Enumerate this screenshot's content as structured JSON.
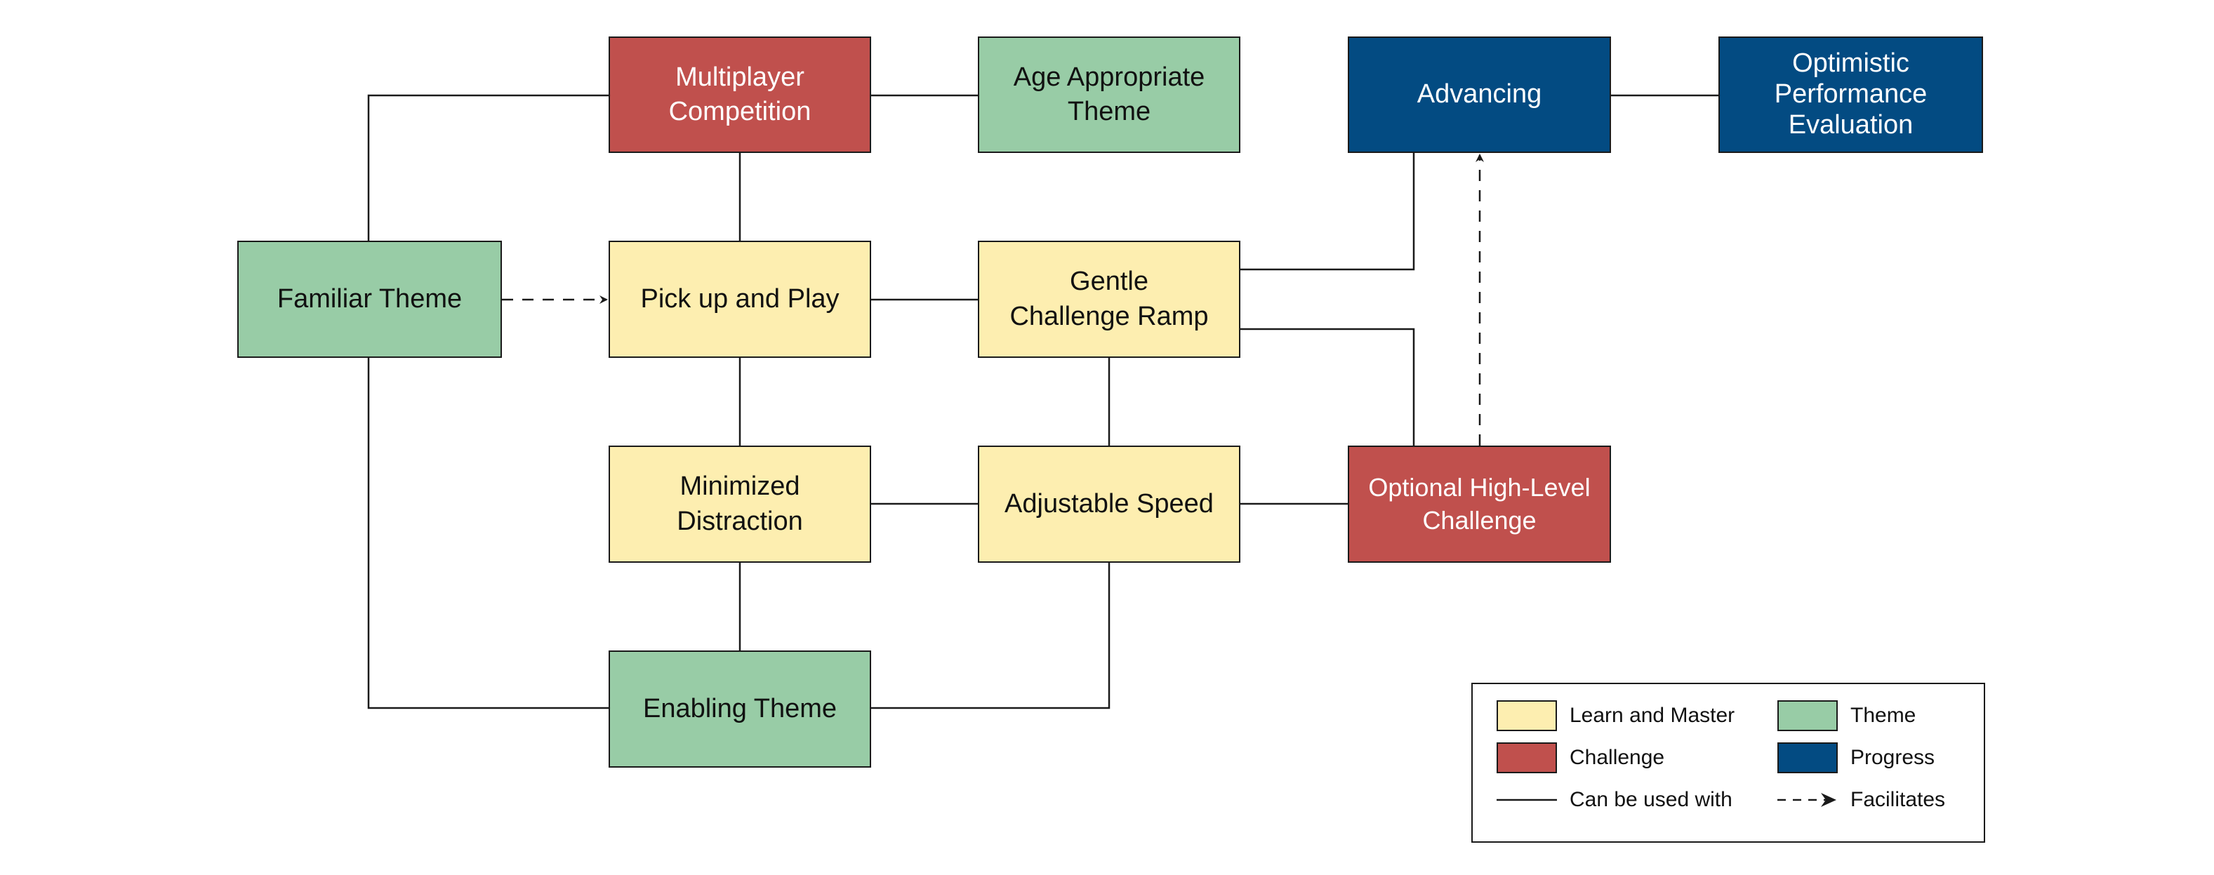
{
  "colors": {
    "learn_and_master": "#fdeeb0",
    "theme": "#98cca6",
    "challenge": "#c0504d",
    "progress": "#034b82",
    "line": "#1a1a1a"
  },
  "nodes": {
    "multiplayer_competition": "Multiplayer\nCompetition",
    "age_appropriate_theme": "Age Appropriate\nTheme",
    "advancing": "Advancing",
    "optimistic_performance_evaluation": "Optimistic\nPerformance\nEvaluation",
    "familiar_theme": "Familiar Theme",
    "pick_up_and_play": "Pick up and Play",
    "gentle_challenge_ramp": "Gentle\nChallenge Ramp",
    "minimized_distraction": "Minimized\nDistraction",
    "adjustable_speed": "Adjustable Speed",
    "optional_high_level_challenge": "Optional High-Level\nChallenge",
    "enabling_theme": "Enabling Theme"
  },
  "legend": {
    "learn_and_master": "Learn and Master",
    "theme": "Theme",
    "challenge": "Challenge",
    "progress": "Progress",
    "can_be_used_with": "Can be used with",
    "facilitates": "Facilitates"
  }
}
